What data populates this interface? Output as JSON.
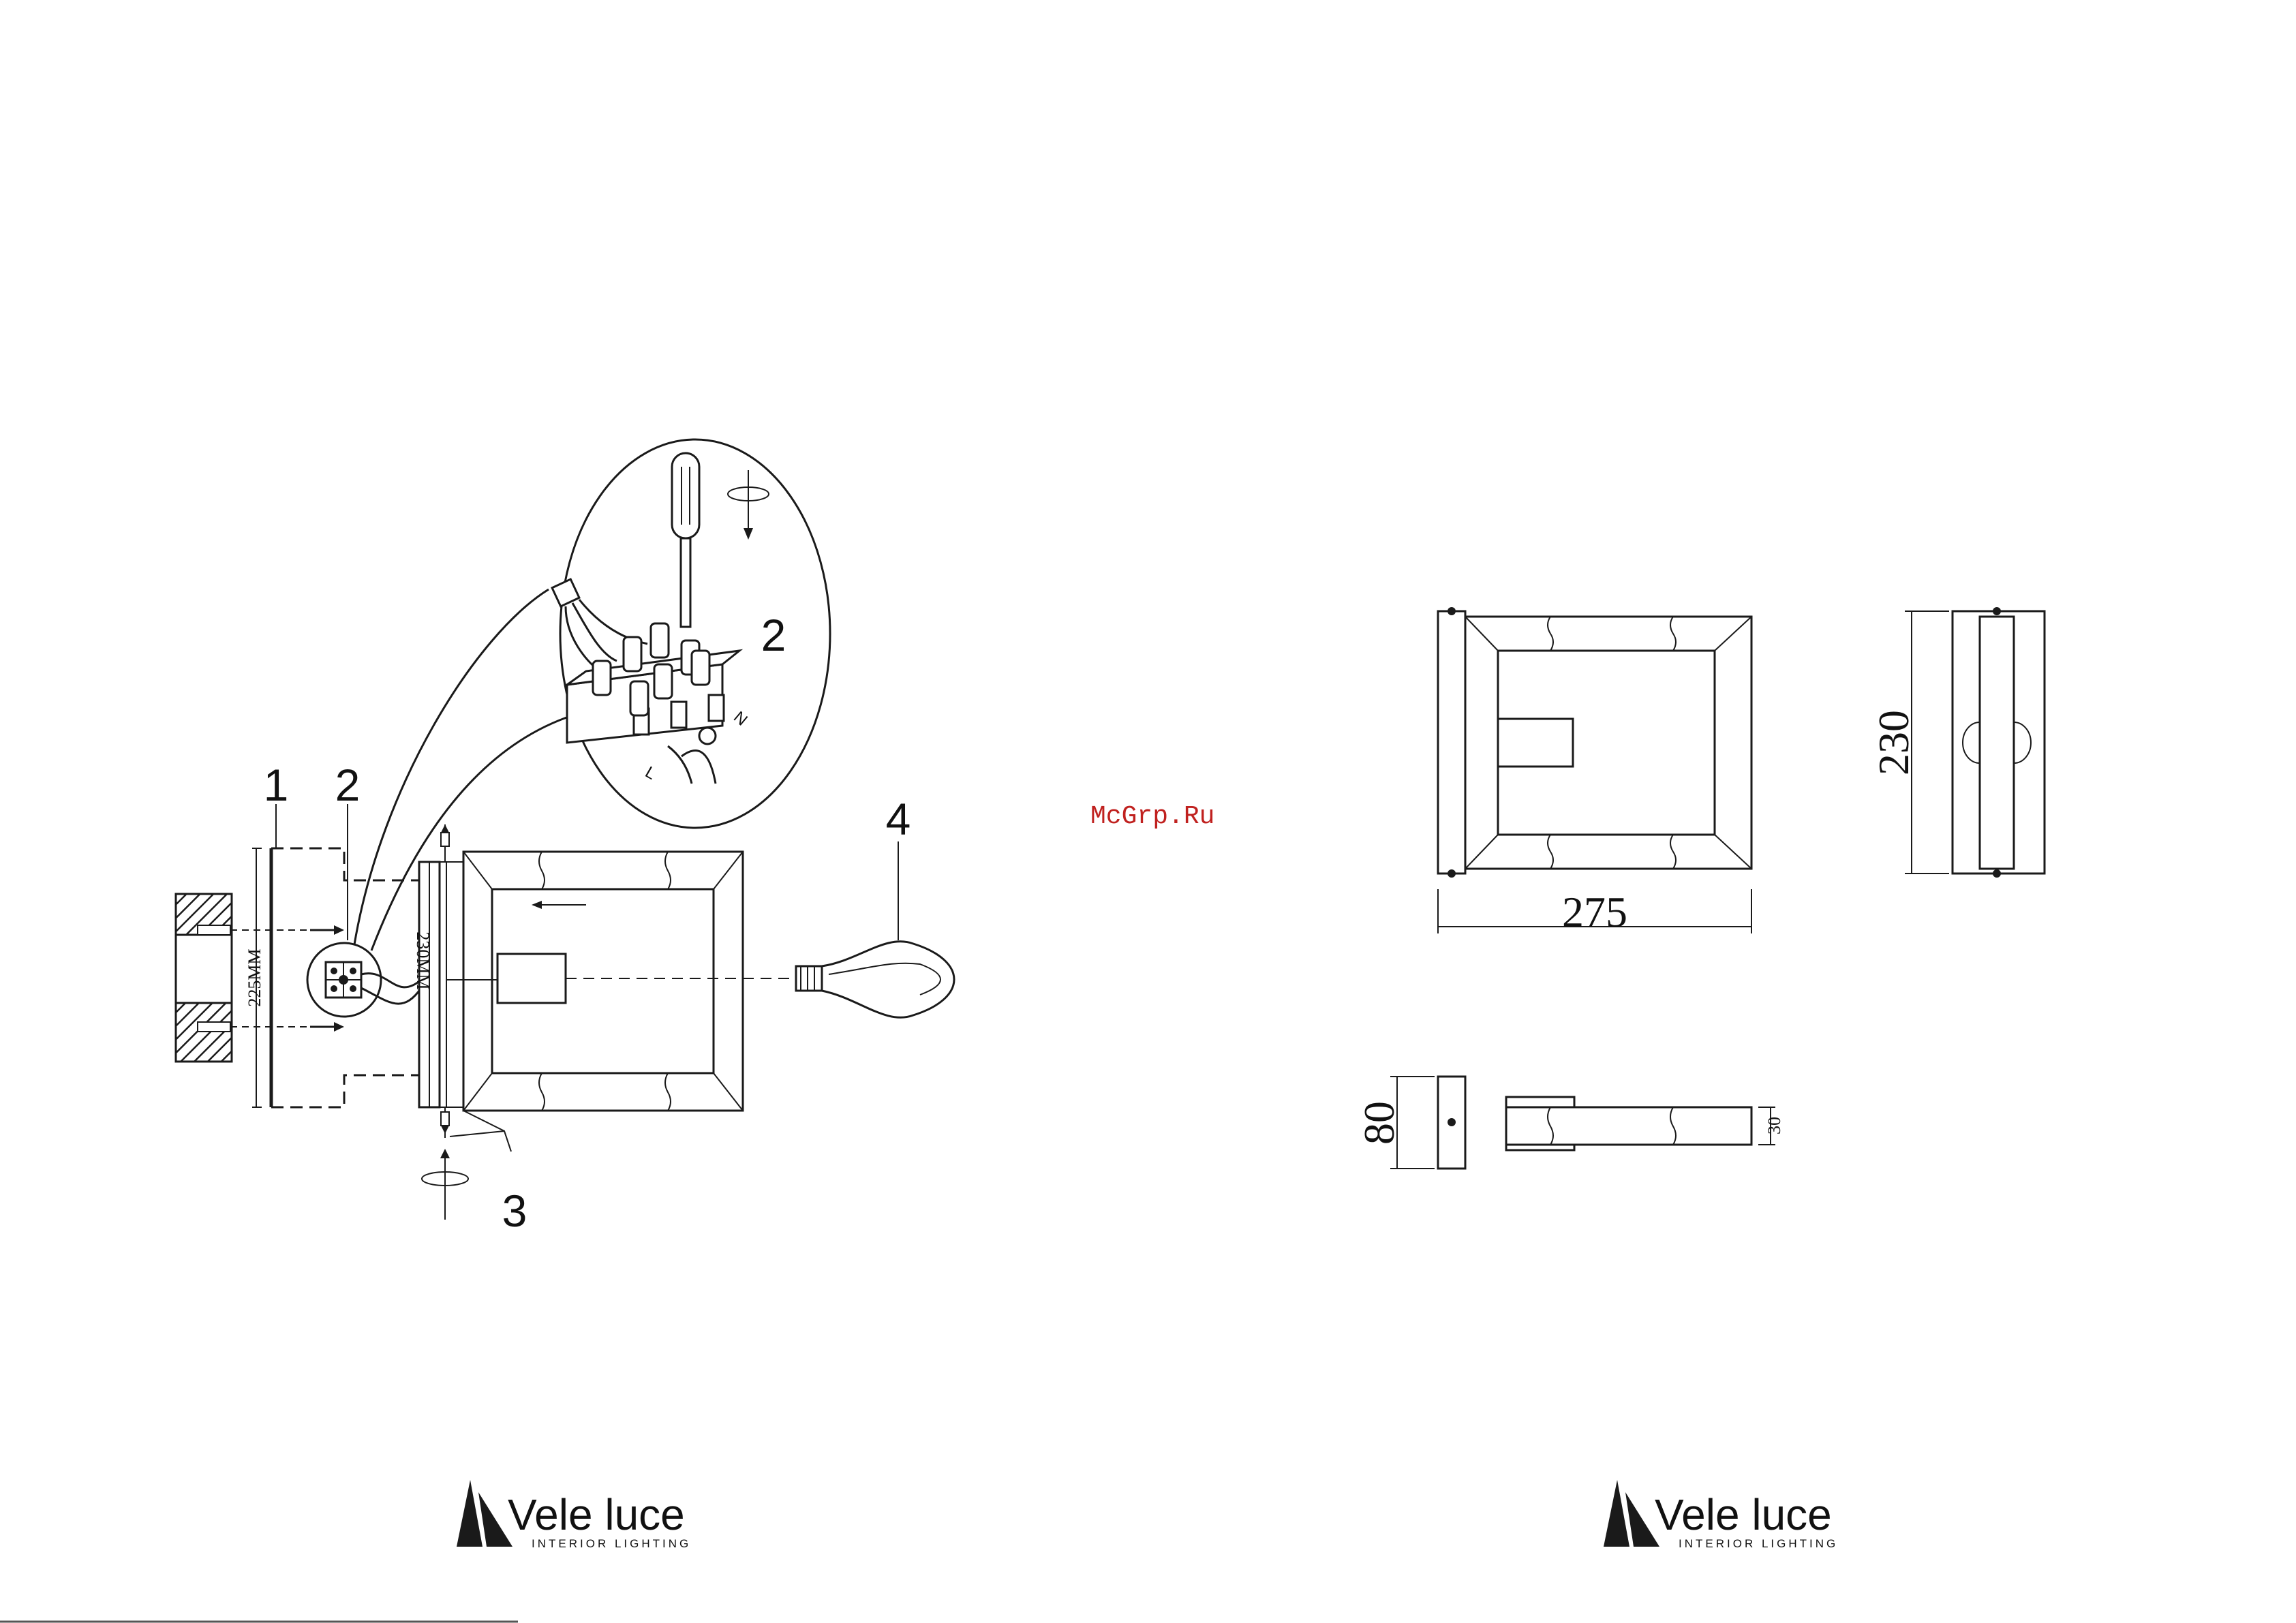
{
  "callouts": {
    "n1": "1",
    "n2": "2",
    "n2_detail": "2",
    "n3": "3",
    "n4": "4"
  },
  "mount_dims": {
    "plate_height": "225MM",
    "bracket_height": "230MM"
  },
  "terminal_labels": {
    "live": "L",
    "neutral": "N"
  },
  "dimensions": {
    "width": "275",
    "height": "230",
    "depth": "80",
    "arm": "30"
  },
  "watermark": "McGrp.Ru",
  "branding": {
    "left": {
      "name": "Vele luce",
      "tagline": "INTERIOR LIGHTING"
    },
    "right": {
      "name": "Vele luce",
      "tagline": "INTERIOR LIGHTING"
    }
  },
  "colors": {
    "ink": "#1a1a1a",
    "watermark": "#c0211f"
  }
}
